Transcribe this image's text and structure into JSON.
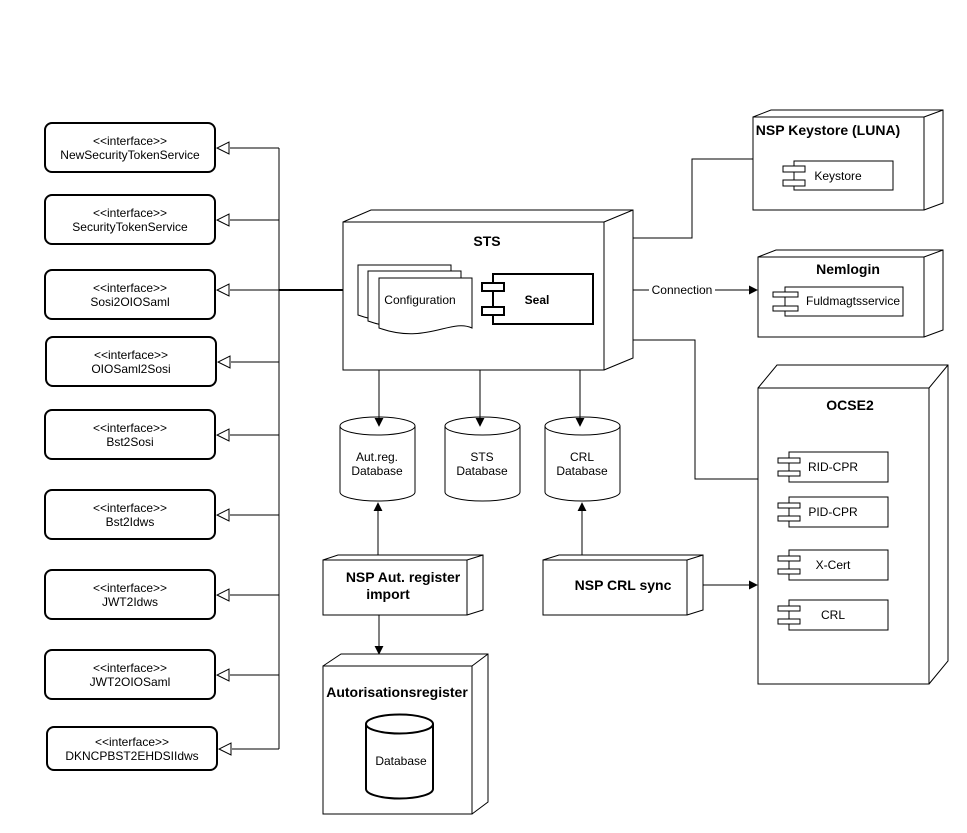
{
  "interfaces": [
    {
      "stereotype": "<<interface>>",
      "name": "NewSecurityTokenService"
    },
    {
      "stereotype": "<<interface>>",
      "name": "SecurityTokenService"
    },
    {
      "stereotype": "<<interface>>",
      "name": "Sosi2OIOSaml"
    },
    {
      "stereotype": "<<interface>>",
      "name": "OIOSaml2Sosi"
    },
    {
      "stereotype": "<<interface>>",
      "name": "Bst2Sosi"
    },
    {
      "stereotype": "<<interface>>",
      "name": "Bst2Idws"
    },
    {
      "stereotype": "<<interface>>",
      "name": "JWT2Idws"
    },
    {
      "stereotype": "<<interface>>",
      "name": "JWT2OIOSaml"
    },
    {
      "stereotype": "<<interface>>",
      "name": "DKNCPBST2EHDSIIdws"
    }
  ],
  "sts": {
    "title": "STS",
    "configuration": "Configuration",
    "seal": "Seal"
  },
  "databases": [
    {
      "line1": "Aut.reg.",
      "line2": "Database"
    },
    {
      "line1": "STS",
      "line2": "Database"
    },
    {
      "line1": "CRL",
      "line2": "Database"
    }
  ],
  "aut_import": {
    "line1": "NSP Aut. register",
    "line2": "import"
  },
  "crl_sync": {
    "title": "NSP CRL sync"
  },
  "autorisationsregister": {
    "title": "Autorisationsregister",
    "database": "Database"
  },
  "keystore_node": {
    "title": "NSP Keystore (LUNA)",
    "component": "Keystore"
  },
  "nemlogin": {
    "title": "Nemlogin",
    "component": "Fuldmagtsservice",
    "connection_label": "Connection"
  },
  "ocse2": {
    "title": "OCSE2",
    "components": [
      "RID-CPR",
      "PID-CPR",
      "X-Cert",
      "CRL"
    ]
  }
}
